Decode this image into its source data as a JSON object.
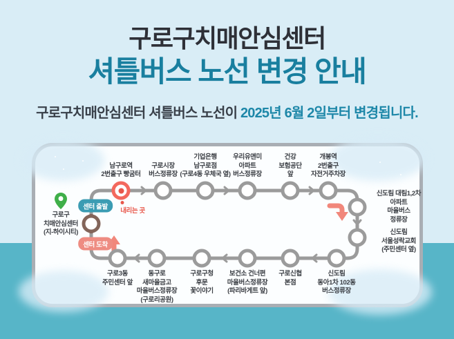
{
  "header": {
    "title": "구로구치매안심센터",
    "subtitle": "셔틀버스 노선 변경 안내",
    "description": {
      "prefix": "구로구치매안심센터 셔틀버스 노선이 ",
      "highlight": "2025년 6월 2일부터 변경됩니다."
    }
  },
  "route_map": {
    "center_stop": {
      "label": "구로구\n치매안심센터\n(지-하이시티)",
      "pin_icon": "location-pin"
    },
    "badge_depart": "센터 출발",
    "badge_arrive": "센터 도착",
    "dropoff_label": "내리는 곳",
    "top_stops": [
      {
        "label": "남구로역\n2번출구 빵굼터",
        "dropoff": true
      },
      {
        "label": "구로시장\n버스정류장"
      },
      {
        "label": "기업은행\n남구로점\n(구로4동 우체국 옆)"
      },
      {
        "label": "우리유앤미\n아파트\n버스정류장"
      },
      {
        "label": "건강\n보험공단\n앞"
      },
      {
        "label": "개봉역\n2번출구\n자전거주차장"
      }
    ],
    "right_stops": [
      {
        "label": "신도림 대림1,2차\n아파트\n마을버스\n정류장"
      },
      {
        "label": "신도림\n서울성락교회\n(주민센터 옆)"
      }
    ],
    "bottom_stops": [
      {
        "label": "신도림\n동아1차 102동\n버스정류장"
      },
      {
        "label": "구로신협\n본점"
      },
      {
        "label": "보건소 건너편\n마을버스정류장\n(파리바게트 앞)"
      },
      {
        "label": "구로구청\n후문\n꽃이야기"
      },
      {
        "label": "동구로\n새마을금고\n마을버스정류장\n(구로리공원)"
      },
      {
        "label": "구로3동\n주민센터 앞"
      }
    ]
  },
  "colors": {
    "background_top": "#d9edf6",
    "background_band": "#57b5c8",
    "card_background": "#fcfeff",
    "card_border": "#a9aeb4",
    "route_line": "#9b9b9b",
    "dropoff_ring": "#f3685d",
    "dropoff_dot": "#e8564a",
    "center_ring": "#83655a",
    "badge_depart": "#3b9cb3",
    "badge_arrive": "#ee8c82",
    "big_arrow": "#f1877b",
    "title_dark": "#2e3037",
    "title_teal": "#197f9f",
    "description_highlight": "#1d87a8",
    "pin_green": "#3faf49"
  }
}
